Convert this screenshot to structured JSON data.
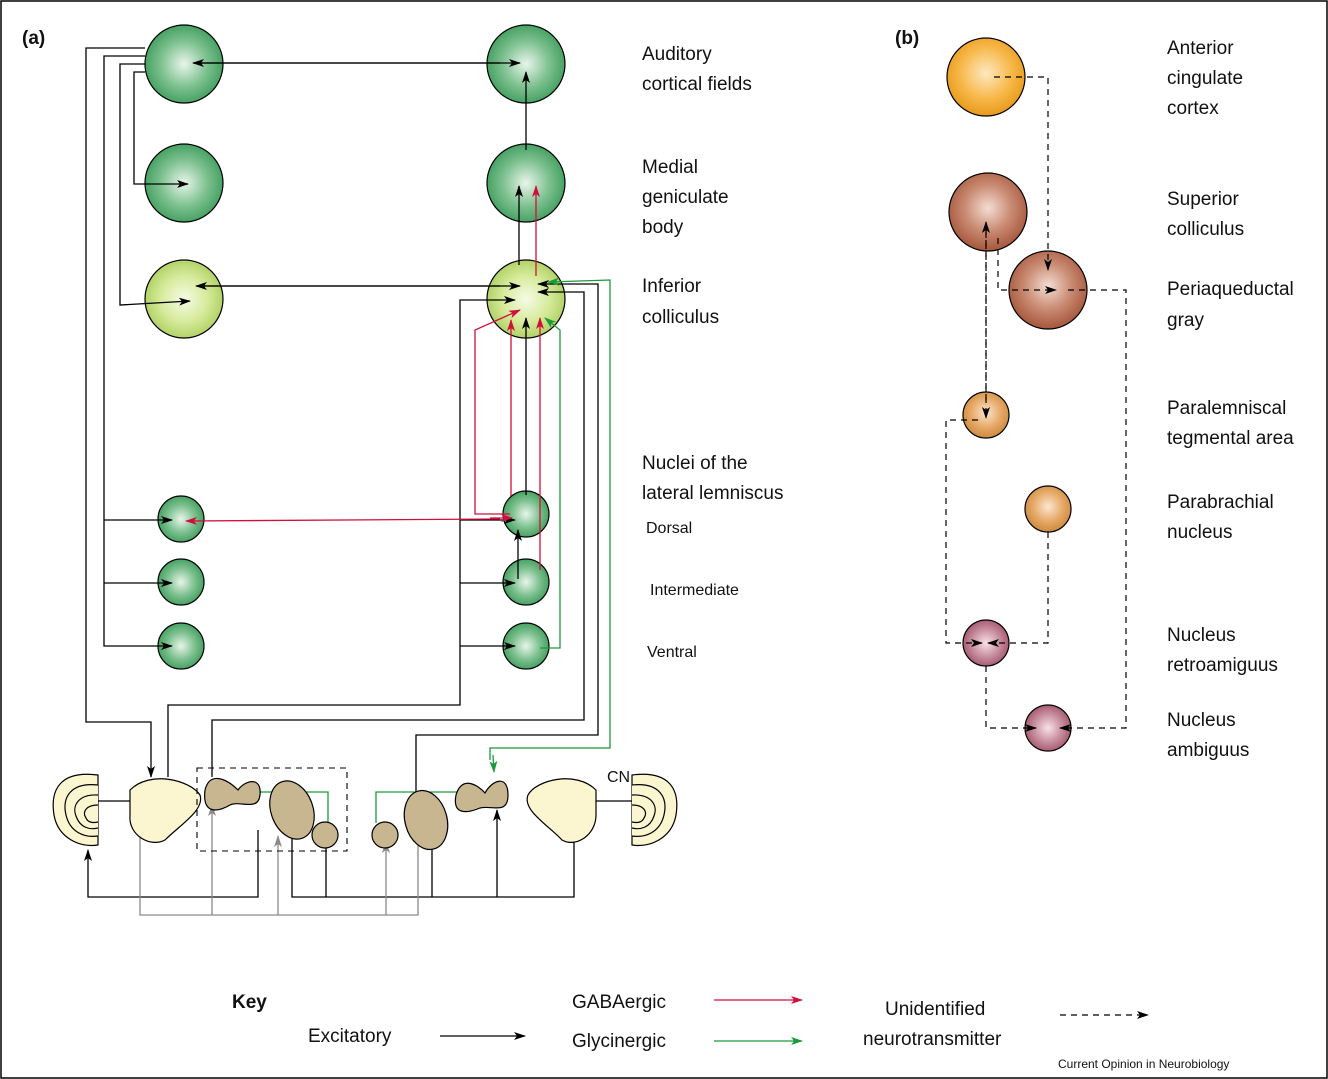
{
  "panel_a_label": "(a)",
  "panel_b_label": "(b)",
  "panel_a": {
    "auditory_cortical_fields": [
      "Auditory",
      "cortical fields"
    ],
    "medial_geniculate_body": [
      "Medial",
      "geniculate",
      "body"
    ],
    "inferior_colliculus": [
      "Inferior",
      "colliculus"
    ],
    "nuclei_lateral_lemniscus": [
      "Nuclei of the",
      "lateral lemniscus"
    ],
    "dorsal": "Dorsal",
    "intermediate": "Intermediate",
    "ventral": "Ventral",
    "cn": "CN"
  },
  "panel_b": {
    "anterior_cingulate_cortex": [
      "Anterior",
      "cingulate",
      "cortex"
    ],
    "superior_colliculus": [
      "Superior",
      "colliculus"
    ],
    "periaqueductal_gray": [
      "Periaqueductal",
      "gray"
    ],
    "paralemniscal_tegmental_area": [
      "Paralemniscal",
      "tegmental area"
    ],
    "parabrachial_nucleus": [
      "Parabrachial",
      "nucleus"
    ],
    "nucleus_retroamiguus": [
      "Nucleus",
      "retroamiguus"
    ],
    "nucleus_ambiguus": [
      "Nucleus",
      "ambiguus"
    ]
  },
  "key": {
    "title": "Key",
    "excitatory": "Excitatory",
    "gabaergic": "GABAergic",
    "glycinergic": "Glycinergic",
    "unidentified": [
      "Unidentified",
      "neurotransmitter"
    ]
  },
  "credit": "Current Opinion in Neurobiology",
  "colors": {
    "excitatory": "#000000",
    "gabaergic": "#d0103a",
    "glycinergic": "#1a9a3a",
    "gray_path": "#8a8a8a",
    "green_node": "#3a9a5a",
    "lightgreen_node": "#b5d66a",
    "orange_node": "#f0a020",
    "brown_node": "#a85a40",
    "tan_node": "#c89050",
    "pink_node": "#a8506a",
    "cochlear_nucleus": "#fbf6d0",
    "brainstem_nucleus": "#c8b690"
  }
}
